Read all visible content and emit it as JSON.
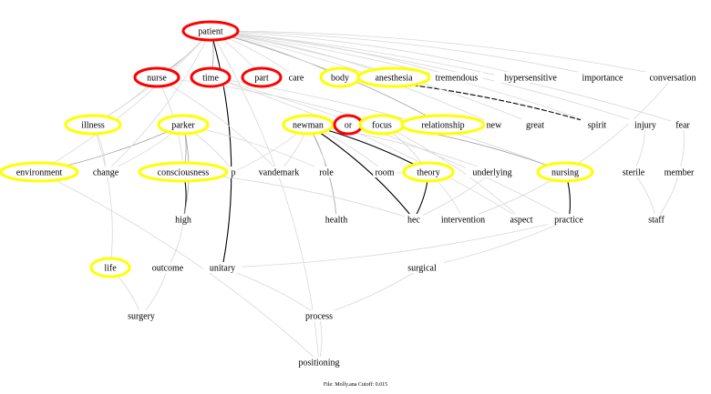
{
  "colors": {
    "red": "#ff0000",
    "yellow": "#ffff00",
    "edge_light": "#d8d8d8",
    "edge_mid": "#a0a0a0",
    "edge_strong": "#000000"
  },
  "nodes": [
    {
      "id": "patient",
      "label": "patient",
      "ring": "red"
    },
    {
      "id": "nurse",
      "label": "nurse",
      "ring": "red"
    },
    {
      "id": "time",
      "label": "time",
      "ring": "red"
    },
    {
      "id": "part",
      "label": "part",
      "ring": "red"
    },
    {
      "id": "care",
      "label": "care",
      "ring": "none"
    },
    {
      "id": "body",
      "label": "body",
      "ring": "yellow"
    },
    {
      "id": "anesthesia",
      "label": "anesthesia",
      "ring": "yellow"
    },
    {
      "id": "tremendous",
      "label": "tremendous",
      "ring": "none"
    },
    {
      "id": "hypersensitive",
      "label": "hypersensitive",
      "ring": "none"
    },
    {
      "id": "importance",
      "label": "importance",
      "ring": "none"
    },
    {
      "id": "conversation",
      "label": "conversation",
      "ring": "none"
    },
    {
      "id": "illness",
      "label": "illness",
      "ring": "yellow"
    },
    {
      "id": "parker",
      "label": "parker",
      "ring": "yellow"
    },
    {
      "id": "newman",
      "label": "newman",
      "ring": "yellow"
    },
    {
      "id": "or",
      "label": "or",
      "ring": "red"
    },
    {
      "id": "focus",
      "label": "focus",
      "ring": "yellow"
    },
    {
      "id": "relationship",
      "label": "relationship",
      "ring": "yellow"
    },
    {
      "id": "new",
      "label": "new",
      "ring": "none"
    },
    {
      "id": "great",
      "label": "great",
      "ring": "none"
    },
    {
      "id": "spirit",
      "label": "spirit",
      "ring": "none"
    },
    {
      "id": "injury",
      "label": "injury",
      "ring": "none"
    },
    {
      "id": "fear",
      "label": "fear",
      "ring": "none"
    },
    {
      "id": "environment",
      "label": "environment",
      "ring": "yellow"
    },
    {
      "id": "change",
      "label": "change",
      "ring": "none"
    },
    {
      "id": "consciousness",
      "label": "consciousness",
      "ring": "yellow"
    },
    {
      "id": "p",
      "label": "p",
      "ring": "none"
    },
    {
      "id": "vandemark",
      "label": "vandemark",
      "ring": "none"
    },
    {
      "id": "role",
      "label": "role",
      "ring": "none"
    },
    {
      "id": "room",
      "label": "room",
      "ring": "none"
    },
    {
      "id": "theory",
      "label": "theory",
      "ring": "yellow"
    },
    {
      "id": "underlying",
      "label": "underlying",
      "ring": "none"
    },
    {
      "id": "nursing",
      "label": "nursing",
      "ring": "yellow"
    },
    {
      "id": "sterile",
      "label": "sterile",
      "ring": "none"
    },
    {
      "id": "member",
      "label": "member",
      "ring": "none"
    },
    {
      "id": "high",
      "label": "high",
      "ring": "none"
    },
    {
      "id": "health",
      "label": "health",
      "ring": "none"
    },
    {
      "id": "hec",
      "label": "hec",
      "ring": "none"
    },
    {
      "id": "intervention",
      "label": "intervention",
      "ring": "none"
    },
    {
      "id": "aspect",
      "label": "aspect",
      "ring": "none"
    },
    {
      "id": "practice",
      "label": "practice",
      "ring": "none"
    },
    {
      "id": "staff",
      "label": "staff",
      "ring": "none"
    },
    {
      "id": "life",
      "label": "life",
      "ring": "yellow"
    },
    {
      "id": "outcome",
      "label": "outcome",
      "ring": "none"
    },
    {
      "id": "unitary",
      "label": "unitary",
      "ring": "none"
    },
    {
      "id": "surgical",
      "label": "surgical",
      "ring": "none"
    },
    {
      "id": "surgery",
      "label": "surgery",
      "ring": "none"
    },
    {
      "id": "process",
      "label": "process",
      "ring": "none"
    },
    {
      "id": "positioning",
      "label": "positioning",
      "ring": "none"
    }
  ],
  "edges": [
    [
      "patient",
      "unitary",
      "strong"
    ],
    [
      "newman",
      "theory",
      "strong"
    ],
    [
      "newman",
      "hec",
      "strong"
    ],
    [
      "theory",
      "hec",
      "strong"
    ],
    [
      "consciousness",
      "high",
      "strong"
    ],
    [
      "nursing",
      "practice",
      "strong"
    ],
    [
      "body",
      "spirit",
      "strong"
    ],
    [
      "patient",
      "time",
      "mid"
    ],
    [
      "patient",
      "nurse",
      "mid"
    ],
    [
      "patient",
      "relationship",
      "mid"
    ],
    [
      "parker",
      "consciousness",
      "mid"
    ],
    [
      "parker",
      "environment",
      "mid"
    ],
    [
      "newman",
      "health",
      "mid"
    ],
    [
      "focus",
      "nursing",
      "mid"
    ],
    [
      "parker",
      "high",
      "mid"
    ],
    [
      "patient",
      "part",
      "light"
    ],
    [
      "patient",
      "care",
      "light"
    ],
    [
      "patient",
      "body",
      "light"
    ],
    [
      "patient",
      "anesthesia",
      "light"
    ],
    [
      "patient",
      "tremendous",
      "light"
    ],
    [
      "patient",
      "hypersensitive",
      "light"
    ],
    [
      "patient",
      "importance",
      "light"
    ],
    [
      "patient",
      "conversation",
      "light"
    ],
    [
      "patient",
      "illness",
      "light"
    ],
    [
      "patient",
      "environment",
      "light"
    ],
    [
      "patient",
      "change",
      "light"
    ],
    [
      "patient",
      "spirit",
      "light"
    ],
    [
      "patient",
      "injury",
      "light"
    ],
    [
      "patient",
      "fear",
      "light"
    ],
    [
      "patient",
      "new",
      "light"
    ],
    [
      "patient",
      "great",
      "light"
    ],
    [
      "patient",
      "positioning",
      "light"
    ],
    [
      "nurse",
      "illness",
      "light"
    ],
    [
      "nurse",
      "consciousness",
      "light"
    ],
    [
      "nurse",
      "vandemark",
      "light"
    ],
    [
      "nurse",
      "focus",
      "light"
    ],
    [
      "time",
      "nursing",
      "light"
    ],
    [
      "time",
      "aspect",
      "light"
    ],
    [
      "time",
      "practice",
      "light"
    ],
    [
      "illness",
      "change",
      "light"
    ],
    [
      "illness",
      "life",
      "light"
    ],
    [
      "parker",
      "p",
      "light"
    ],
    [
      "parker",
      "role",
      "light"
    ],
    [
      "parker",
      "change",
      "light"
    ],
    [
      "newman",
      "vandemark",
      "light"
    ],
    [
      "newman",
      "role",
      "light"
    ],
    [
      "newman",
      "p",
      "light"
    ],
    [
      "newman",
      "room",
      "light"
    ],
    [
      "newman",
      "underlying",
      "light"
    ],
    [
      "focus",
      "theory",
      "light"
    ],
    [
      "focus",
      "aspect",
      "light"
    ],
    [
      "theory",
      "intervention",
      "light"
    ],
    [
      "theory",
      "room",
      "light"
    ],
    [
      "underlying",
      "hec",
      "light"
    ],
    [
      "nursing",
      "intervention",
      "light"
    ],
    [
      "injury",
      "sterile",
      "light"
    ],
    [
      "fear",
      "member",
      "light"
    ],
    [
      "sterile",
      "staff",
      "light"
    ],
    [
      "member",
      "staff",
      "light"
    ],
    [
      "consciousness",
      "hec",
      "light"
    ],
    [
      "high",
      "outcome",
      "light"
    ],
    [
      "environment",
      "positioning",
      "light"
    ],
    [
      "life",
      "surgery",
      "light"
    ],
    [
      "outcome",
      "surgery",
      "light"
    ],
    [
      "unitary",
      "process",
      "light"
    ],
    [
      "surgical",
      "process",
      "light"
    ],
    [
      "process",
      "positioning",
      "light"
    ],
    [
      "practice",
      "unitary",
      "light"
    ],
    [
      "practice",
      "surgical",
      "light"
    ],
    [
      "conversation",
      "nursing",
      "light"
    ]
  ],
  "caption": "File: Molly.ana     Cutoff: 0.015"
}
